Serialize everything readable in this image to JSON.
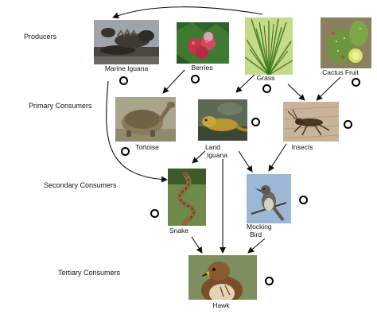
{
  "levels": {
    "producers": "Producers",
    "primary": "Primary Consumers",
    "secondary": "Secondary Consumers",
    "tertiary": "Tertiary Consumers"
  },
  "organisms": {
    "marine_iguana": "Marine Iguana",
    "berries": "Berries",
    "grass": "Grass",
    "cactus_fruit": "Cactus Fruit",
    "tortoise": "Tortoise",
    "land_iguana_1": "Land",
    "land_iguana_2": "Iguana",
    "insects": "Insects",
    "snake": "Snake",
    "mocking_bird_1": "Mocking",
    "mocking_bird_2": "Bird",
    "hawk": "Hawk"
  },
  "colors": {
    "arrow": "#111111",
    "iguana_body": "#3d3a33",
    "berry": "#c8354a",
    "grass": "#4f8a2a",
    "cactus": "#6e9640",
    "tortoise_shell": "#8a7b5a",
    "insect_bg": "#c9b49a",
    "snake_bg": "#6f8a4a",
    "sky": "#9cb8d4",
    "hawk": "#7a4e2a"
  }
}
